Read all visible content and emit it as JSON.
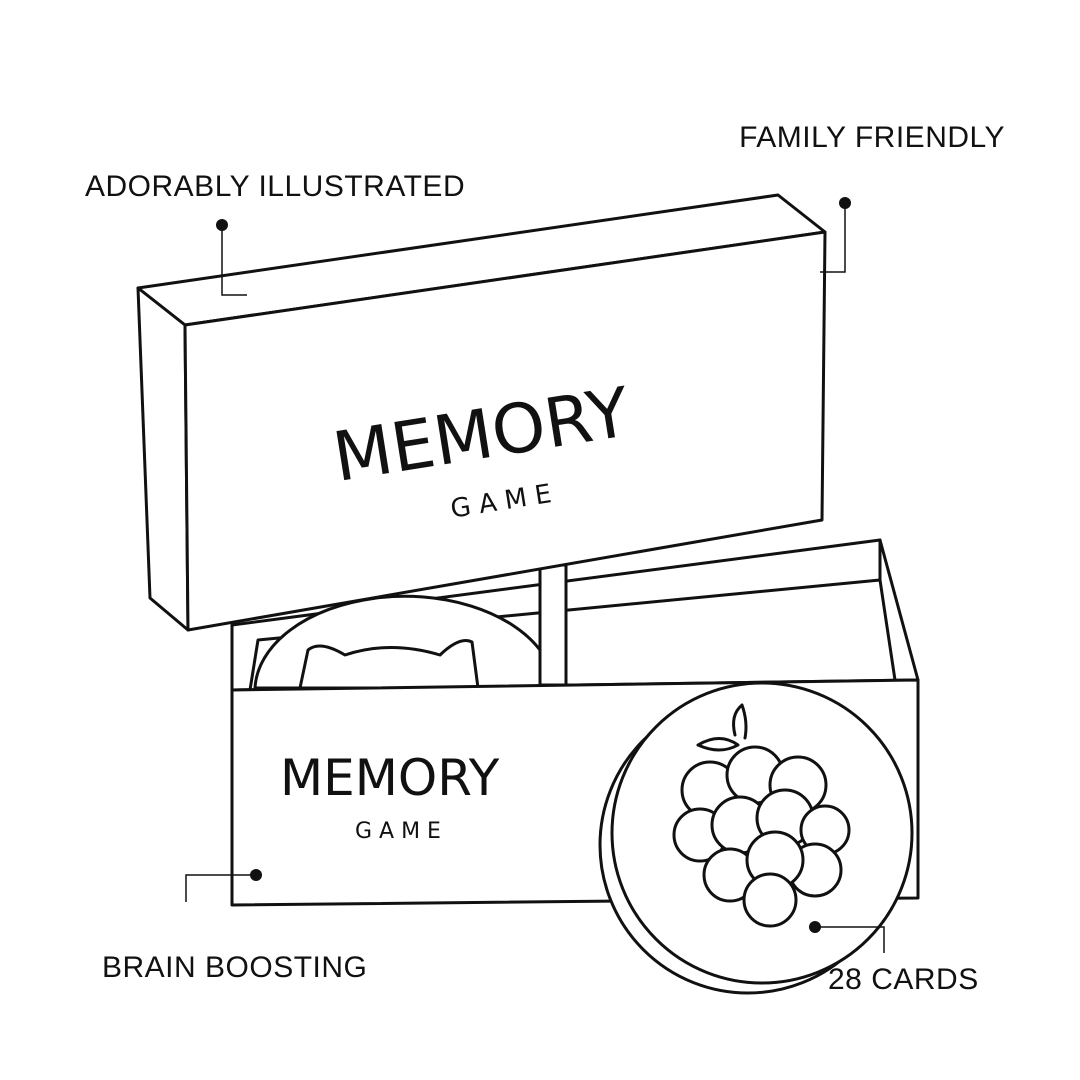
{
  "callouts": {
    "adorably_illustrated": "ADORABLY ILLUSTRATED",
    "family_friendly": "FAMILY FRIENDLY",
    "brain_boosting": "BRAIN BOOSTING",
    "cards_count": "28 CARDS"
  },
  "box": {
    "lid_title": "MEMORY",
    "lid_subtitle": "G A M E",
    "front_title": "MEMORY",
    "front_subtitle": "G A M E"
  },
  "colors": {
    "line": "#111111",
    "background": "#ffffff",
    "letter_fill": "#f1f1ee"
  }
}
